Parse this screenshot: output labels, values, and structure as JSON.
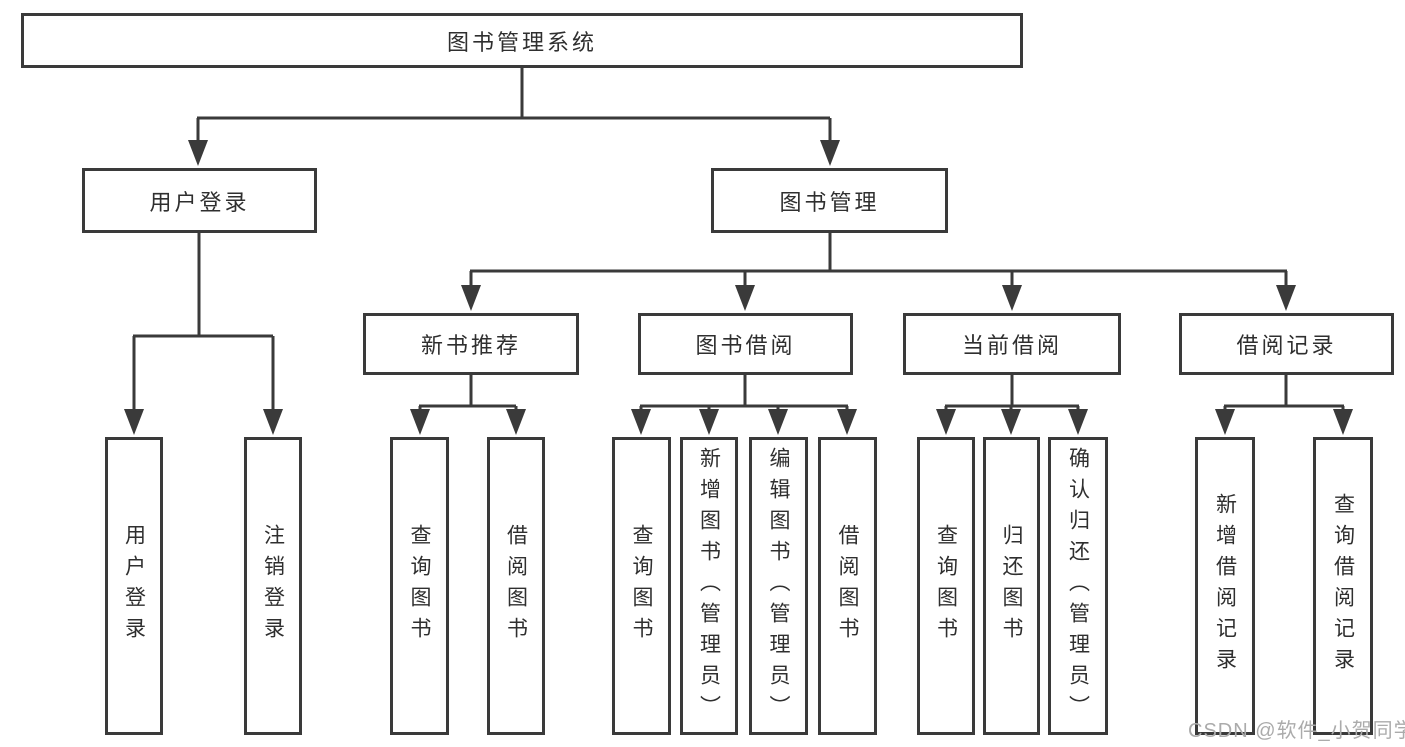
{
  "diagram": {
    "root_label": "图书管理系统",
    "level2": [
      {
        "label": "用户登录",
        "leaves": [
          "用户登录",
          "注销登录"
        ]
      },
      {
        "label": "图书管理"
      }
    ],
    "level3": [
      {
        "label": "新书推荐",
        "leaves": [
          "查询图书",
          "借阅图书"
        ]
      },
      {
        "label": "图书借阅",
        "leaves": [
          "查询图书",
          "新增图书（管理员）",
          "编辑图书（管理员）",
          "借阅图书"
        ]
      },
      {
        "label": "当前借阅",
        "leaves": [
          "查询图书",
          "归还图书",
          "确认归还（管理员）"
        ]
      },
      {
        "label": "借阅记录",
        "leaves": [
          "新增借阅记录",
          "查询借阅记录"
        ]
      }
    ]
  },
  "watermark": "CSDN @软件_小贺同学",
  "colors": {
    "line": "#3a3a3a",
    "text": "#2f2f2f",
    "watermark": "#ababab",
    "background": "#ffffff"
  }
}
